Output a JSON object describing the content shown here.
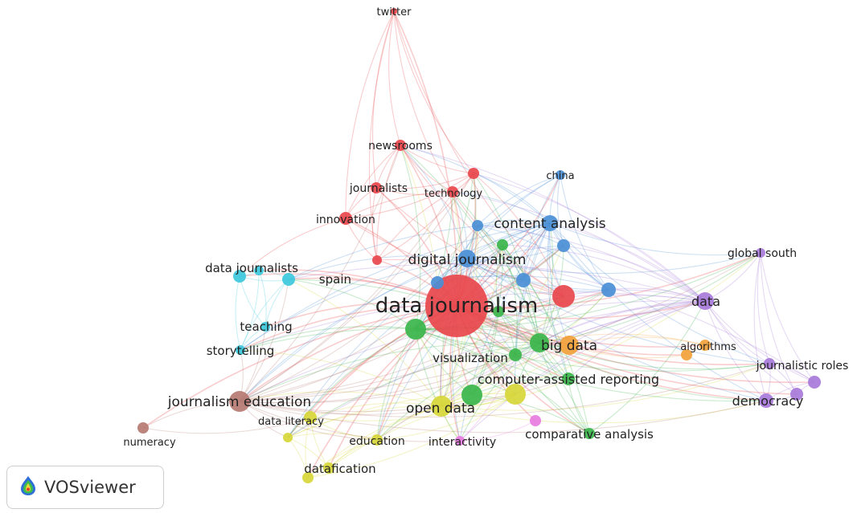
{
  "app": {
    "brand": "VOSviewer",
    "logo_icon": "vosviewer-heatmap-logo-icon"
  },
  "clusters": {
    "red": "#e8474c",
    "blue": "#4a8fd6",
    "cyan": "#3cc8dc",
    "green": "#39b54a",
    "yellow": "#d7d73a",
    "purple": "#a779d9",
    "orange": "#f2a23a",
    "brown": "#b57a72",
    "pink": "#e77be0"
  },
  "nodes": [
    {
      "id": "data-journalism",
      "label": "data journalism",
      "cluster": "red",
      "weight": 10
    },
    {
      "id": "twitter",
      "label": "twitter",
      "cluster": "red",
      "weight": 1
    },
    {
      "id": "newsrooms",
      "label": "newsrooms",
      "cluster": "red",
      "weight": 2
    },
    {
      "id": "journalists",
      "label": "journalists",
      "cluster": "red",
      "weight": 2
    },
    {
      "id": "technology",
      "label": "technology",
      "cluster": "red",
      "weight": 2
    },
    {
      "id": "innovation",
      "label": "innovation",
      "cluster": "red",
      "weight": 2
    },
    {
      "id": "red-unlabeled-1",
      "label": "",
      "cluster": "red",
      "weight": 2
    },
    {
      "id": "red-unlabeled-2",
      "label": "",
      "cluster": "red",
      "weight": 1
    },
    {
      "id": "red-unlabeled-3",
      "label": "",
      "cluster": "red",
      "weight": 3
    },
    {
      "id": "china",
      "label": "china",
      "cluster": "blue",
      "weight": 1
    },
    {
      "id": "content-analysis",
      "label": "content analysis",
      "cluster": "blue",
      "weight": 3
    },
    {
      "id": "digital-journalism",
      "label": "digital journalism",
      "cluster": "blue",
      "weight": 3
    },
    {
      "id": "blue-unlabeled-1",
      "label": "",
      "cluster": "blue",
      "weight": 2
    },
    {
      "id": "blue-unlabeled-2",
      "label": "",
      "cluster": "blue",
      "weight": 2
    },
    {
      "id": "blue-unlabeled-3",
      "label": "",
      "cluster": "blue",
      "weight": 2
    },
    {
      "id": "blue-unlabeled-4",
      "label": "",
      "cluster": "blue",
      "weight": 2
    },
    {
      "id": "blue-unlabeled-5",
      "label": "",
      "cluster": "blue",
      "weight": 2
    },
    {
      "id": "data-journalists",
      "label": "data journalists",
      "cluster": "cyan",
      "weight": 2
    },
    {
      "id": "spain",
      "label": "spain",
      "cluster": "cyan",
      "weight": 2
    },
    {
      "id": "teaching",
      "label": "teaching",
      "cluster": "cyan",
      "weight": 1
    },
    {
      "id": "storytelling",
      "label": "storytelling",
      "cluster": "cyan",
      "weight": 1
    },
    {
      "id": "cyan-unlabeled-1",
      "label": "",
      "cluster": "cyan",
      "weight": 2
    },
    {
      "id": "visualization",
      "label": "visualization",
      "cluster": "green",
      "weight": 2
    },
    {
      "id": "big-data",
      "label": "big data",
      "cluster": "green",
      "weight": 3
    },
    {
      "id": "computer-assisted-reporting",
      "label": "computer-assisted reporting",
      "cluster": "green",
      "weight": 2
    },
    {
      "id": "comparative-analysis",
      "label": "comparative analysis",
      "cluster": "green",
      "weight": 1
    },
    {
      "id": "green-unlabeled-1",
      "label": "",
      "cluster": "green",
      "weight": 3
    },
    {
      "id": "green-unlabeled-2",
      "label": "",
      "cluster": "green",
      "weight": 3
    },
    {
      "id": "green-unlabeled-3",
      "label": "",
      "cluster": "green",
      "weight": 1
    },
    {
      "id": "green-unlabeled-4",
      "label": "",
      "cluster": "green",
      "weight": 1
    },
    {
      "id": "open-data",
      "label": "open data",
      "cluster": "yellow",
      "weight": 3
    },
    {
      "id": "data-literacy",
      "label": "data literacy",
      "cluster": "yellow",
      "weight": 1
    },
    {
      "id": "education",
      "label": "education",
      "cluster": "yellow",
      "weight": 1
    },
    {
      "id": "datafication",
      "label": "datafication",
      "cluster": "yellow",
      "weight": 1
    },
    {
      "id": "yellow-unlabeled-1",
      "label": "",
      "cluster": "yellow",
      "weight": 3
    },
    {
      "id": "yellow-unlabeled-2",
      "label": "",
      "cluster": "yellow",
      "weight": 1
    },
    {
      "id": "yellow-unlabeled-3",
      "label": "",
      "cluster": "yellow",
      "weight": 1
    },
    {
      "id": "data",
      "label": "data",
      "cluster": "purple",
      "weight": 2
    },
    {
      "id": "global-south",
      "label": "global south",
      "cluster": "purple",
      "weight": 1
    },
    {
      "id": "journalistic-roles",
      "label": "journalistic roles",
      "cluster": "purple",
      "weight": 1
    },
    {
      "id": "democracy",
      "label": "democracy",
      "cluster": "purple",
      "weight": 2
    },
    {
      "id": "purple-unlabeled-1",
      "label": "",
      "cluster": "purple",
      "weight": 1
    },
    {
      "id": "purple-unlabeled-2",
      "label": "",
      "cluster": "purple",
      "weight": 1
    },
    {
      "id": "algorithms",
      "label": "algorithms",
      "cluster": "orange",
      "weight": 1
    },
    {
      "id": "orange-unlabeled-1",
      "label": "",
      "cluster": "orange",
      "weight": 3
    },
    {
      "id": "orange-unlabeled-2",
      "label": "",
      "cluster": "orange",
      "weight": 1
    },
    {
      "id": "journalism-education",
      "label": "journalism education",
      "cluster": "brown",
      "weight": 3
    },
    {
      "id": "numeracy",
      "label": "numeracy",
      "cluster": "brown",
      "weight": 1
    },
    {
      "id": "interactivity",
      "label": "interactivity",
      "cluster": "pink",
      "weight": 1
    },
    {
      "id": "pink-unlabeled-1",
      "label": "",
      "cluster": "pink",
      "weight": 1
    }
  ]
}
